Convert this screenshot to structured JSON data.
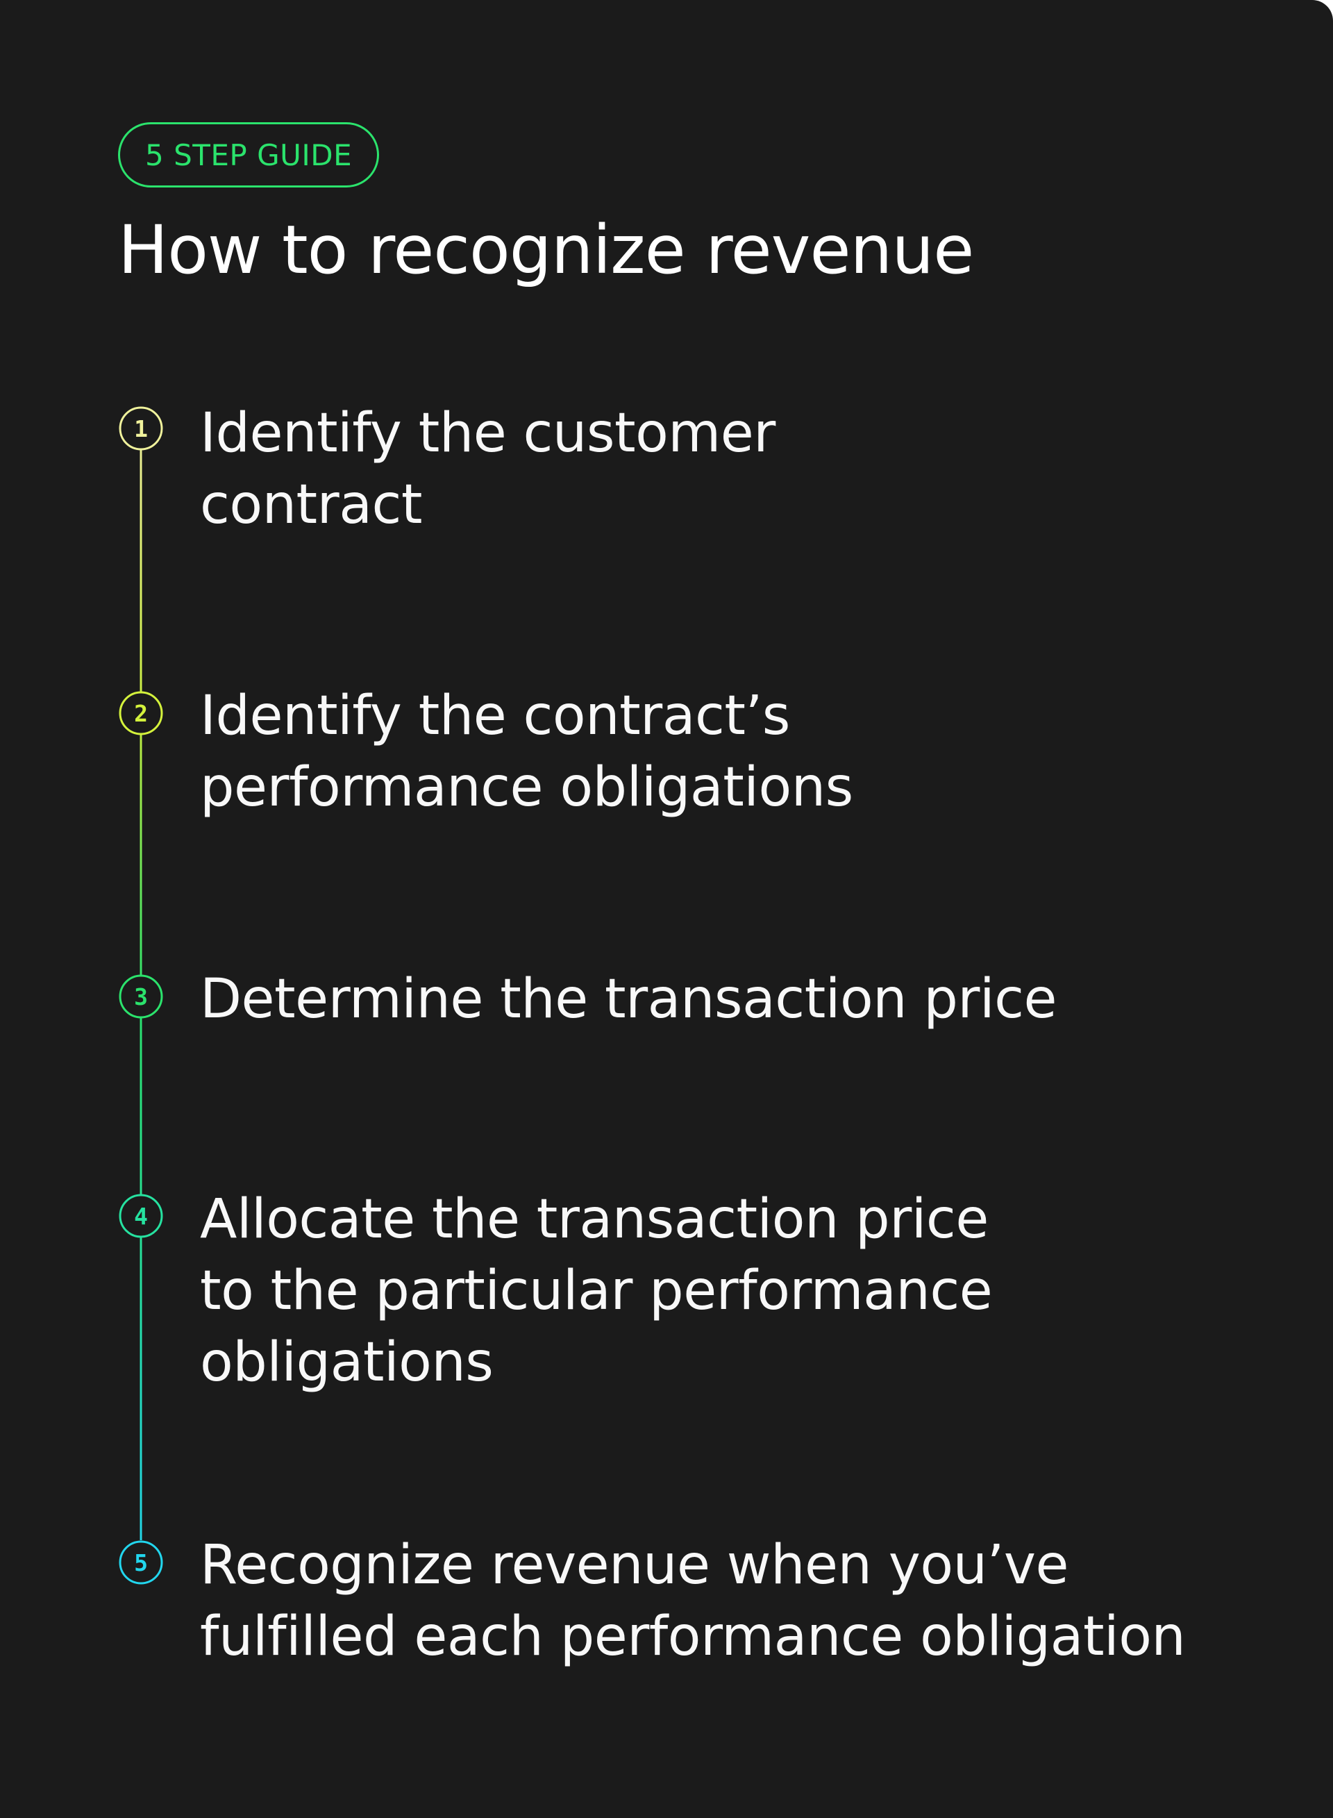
{
  "badge": "5 STEP GUIDE",
  "title": "How to recognize revenue",
  "colors": {
    "background": "#1b1b1b",
    "badge": "#2be36c",
    "text": "#f8f8f8"
  },
  "steps": [
    {
      "number": "1",
      "color": "#f0f29c",
      "text": "Identify the customer\ncontract"
    },
    {
      "number": "2",
      "color": "#d4f23c",
      "text": "Identify the contract’s\nperformance obligations"
    },
    {
      "number": "3",
      "color": "#2be36c",
      "text": "Determine the transaction price"
    },
    {
      "number": "4",
      "color": "#26e2a0",
      "text": "Allocate the transaction price\nto the particular performance\nobligations"
    },
    {
      "number": "5",
      "color": "#22d6ee",
      "text": "Recognize revenue when you’ve\nfulfilled each performance obligation"
    }
  ]
}
